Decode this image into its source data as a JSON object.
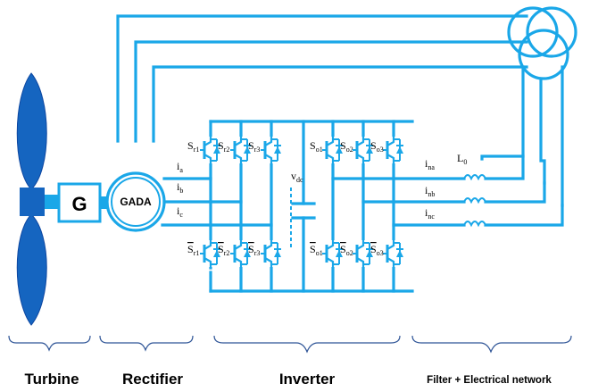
{
  "generator": {
    "letter": "G",
    "machine": "GADA"
  },
  "rectifier_switches": {
    "top": [
      {
        "s": "S",
        "sub": "r1",
        "bar": false
      },
      {
        "s": "S",
        "sub": "r2",
        "bar": false
      },
      {
        "s": "S",
        "sub": "r3",
        "bar": false
      }
    ],
    "bottom": [
      {
        "s": "S",
        "sub": "r1",
        "bar": true
      },
      {
        "s": "S",
        "sub": "r2",
        "bar": true
      },
      {
        "s": "S",
        "sub": "r3",
        "bar": true
      }
    ]
  },
  "inverter_switches": {
    "top": [
      {
        "s": "S",
        "sub": "o1",
        "bar": false
      },
      {
        "s": "S",
        "sub": "o2",
        "bar": false
      },
      {
        "s": "S",
        "sub": "o3",
        "bar": false
      }
    ],
    "bottom": [
      {
        "s": "S",
        "sub": "o1",
        "bar": true
      },
      {
        "s": "S",
        "sub": "o2",
        "bar": true
      },
      {
        "s": "S",
        "sub": "o3",
        "bar": true
      }
    ]
  },
  "currents_left": [
    {
      "s": "i",
      "sub": "a"
    },
    {
      "s": "i",
      "sub": "b"
    },
    {
      "s": "i",
      "sub": "c"
    }
  ],
  "currents_right": [
    {
      "s": "i",
      "sub": "na"
    },
    {
      "s": "i",
      "sub": "nb"
    },
    {
      "s": "i",
      "sub": "nc"
    }
  ],
  "dc_voltage": {
    "s": "v",
    "sub": "dc"
  },
  "inductor": {
    "s": "L",
    "sub": "0"
  },
  "captions": {
    "turbine": "Turbine",
    "rectifier": "Rectifier",
    "inverter": "Inverter",
    "filter": "Filter + Electrical network"
  }
}
